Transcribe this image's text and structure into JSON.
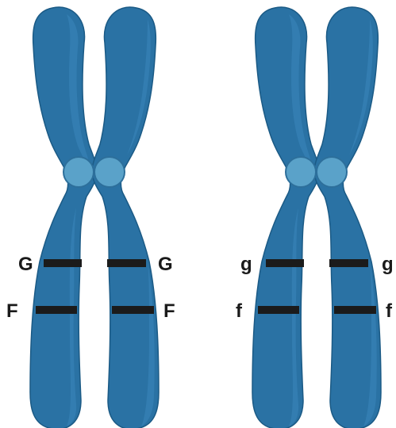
{
  "colors": {
    "chromatid_fill": "#2a72a4",
    "chromatid_highlight": "#3a87bb",
    "chromatid_shadow": "#1f5d88",
    "chromatid_outline": "#1b5a85",
    "centromere_fill": "#5aa2c9",
    "centromere_outline": "#2d6f9b",
    "band": "#1b1b1b",
    "label": "#1a1a1a",
    "background": "#ffffff"
  },
  "chromosomes": [
    {
      "id": "dominant",
      "chromatids": [
        {
          "id": "left",
          "alleles": [
            "G",
            "F"
          ]
        },
        {
          "id": "right",
          "alleles": [
            "G",
            "F"
          ]
        }
      ]
    },
    {
      "id": "recessive",
      "chromatids": [
        {
          "id": "left",
          "alleles": [
            "g",
            "f"
          ]
        },
        {
          "id": "right",
          "alleles": [
            "g",
            "f"
          ]
        }
      ]
    }
  ]
}
